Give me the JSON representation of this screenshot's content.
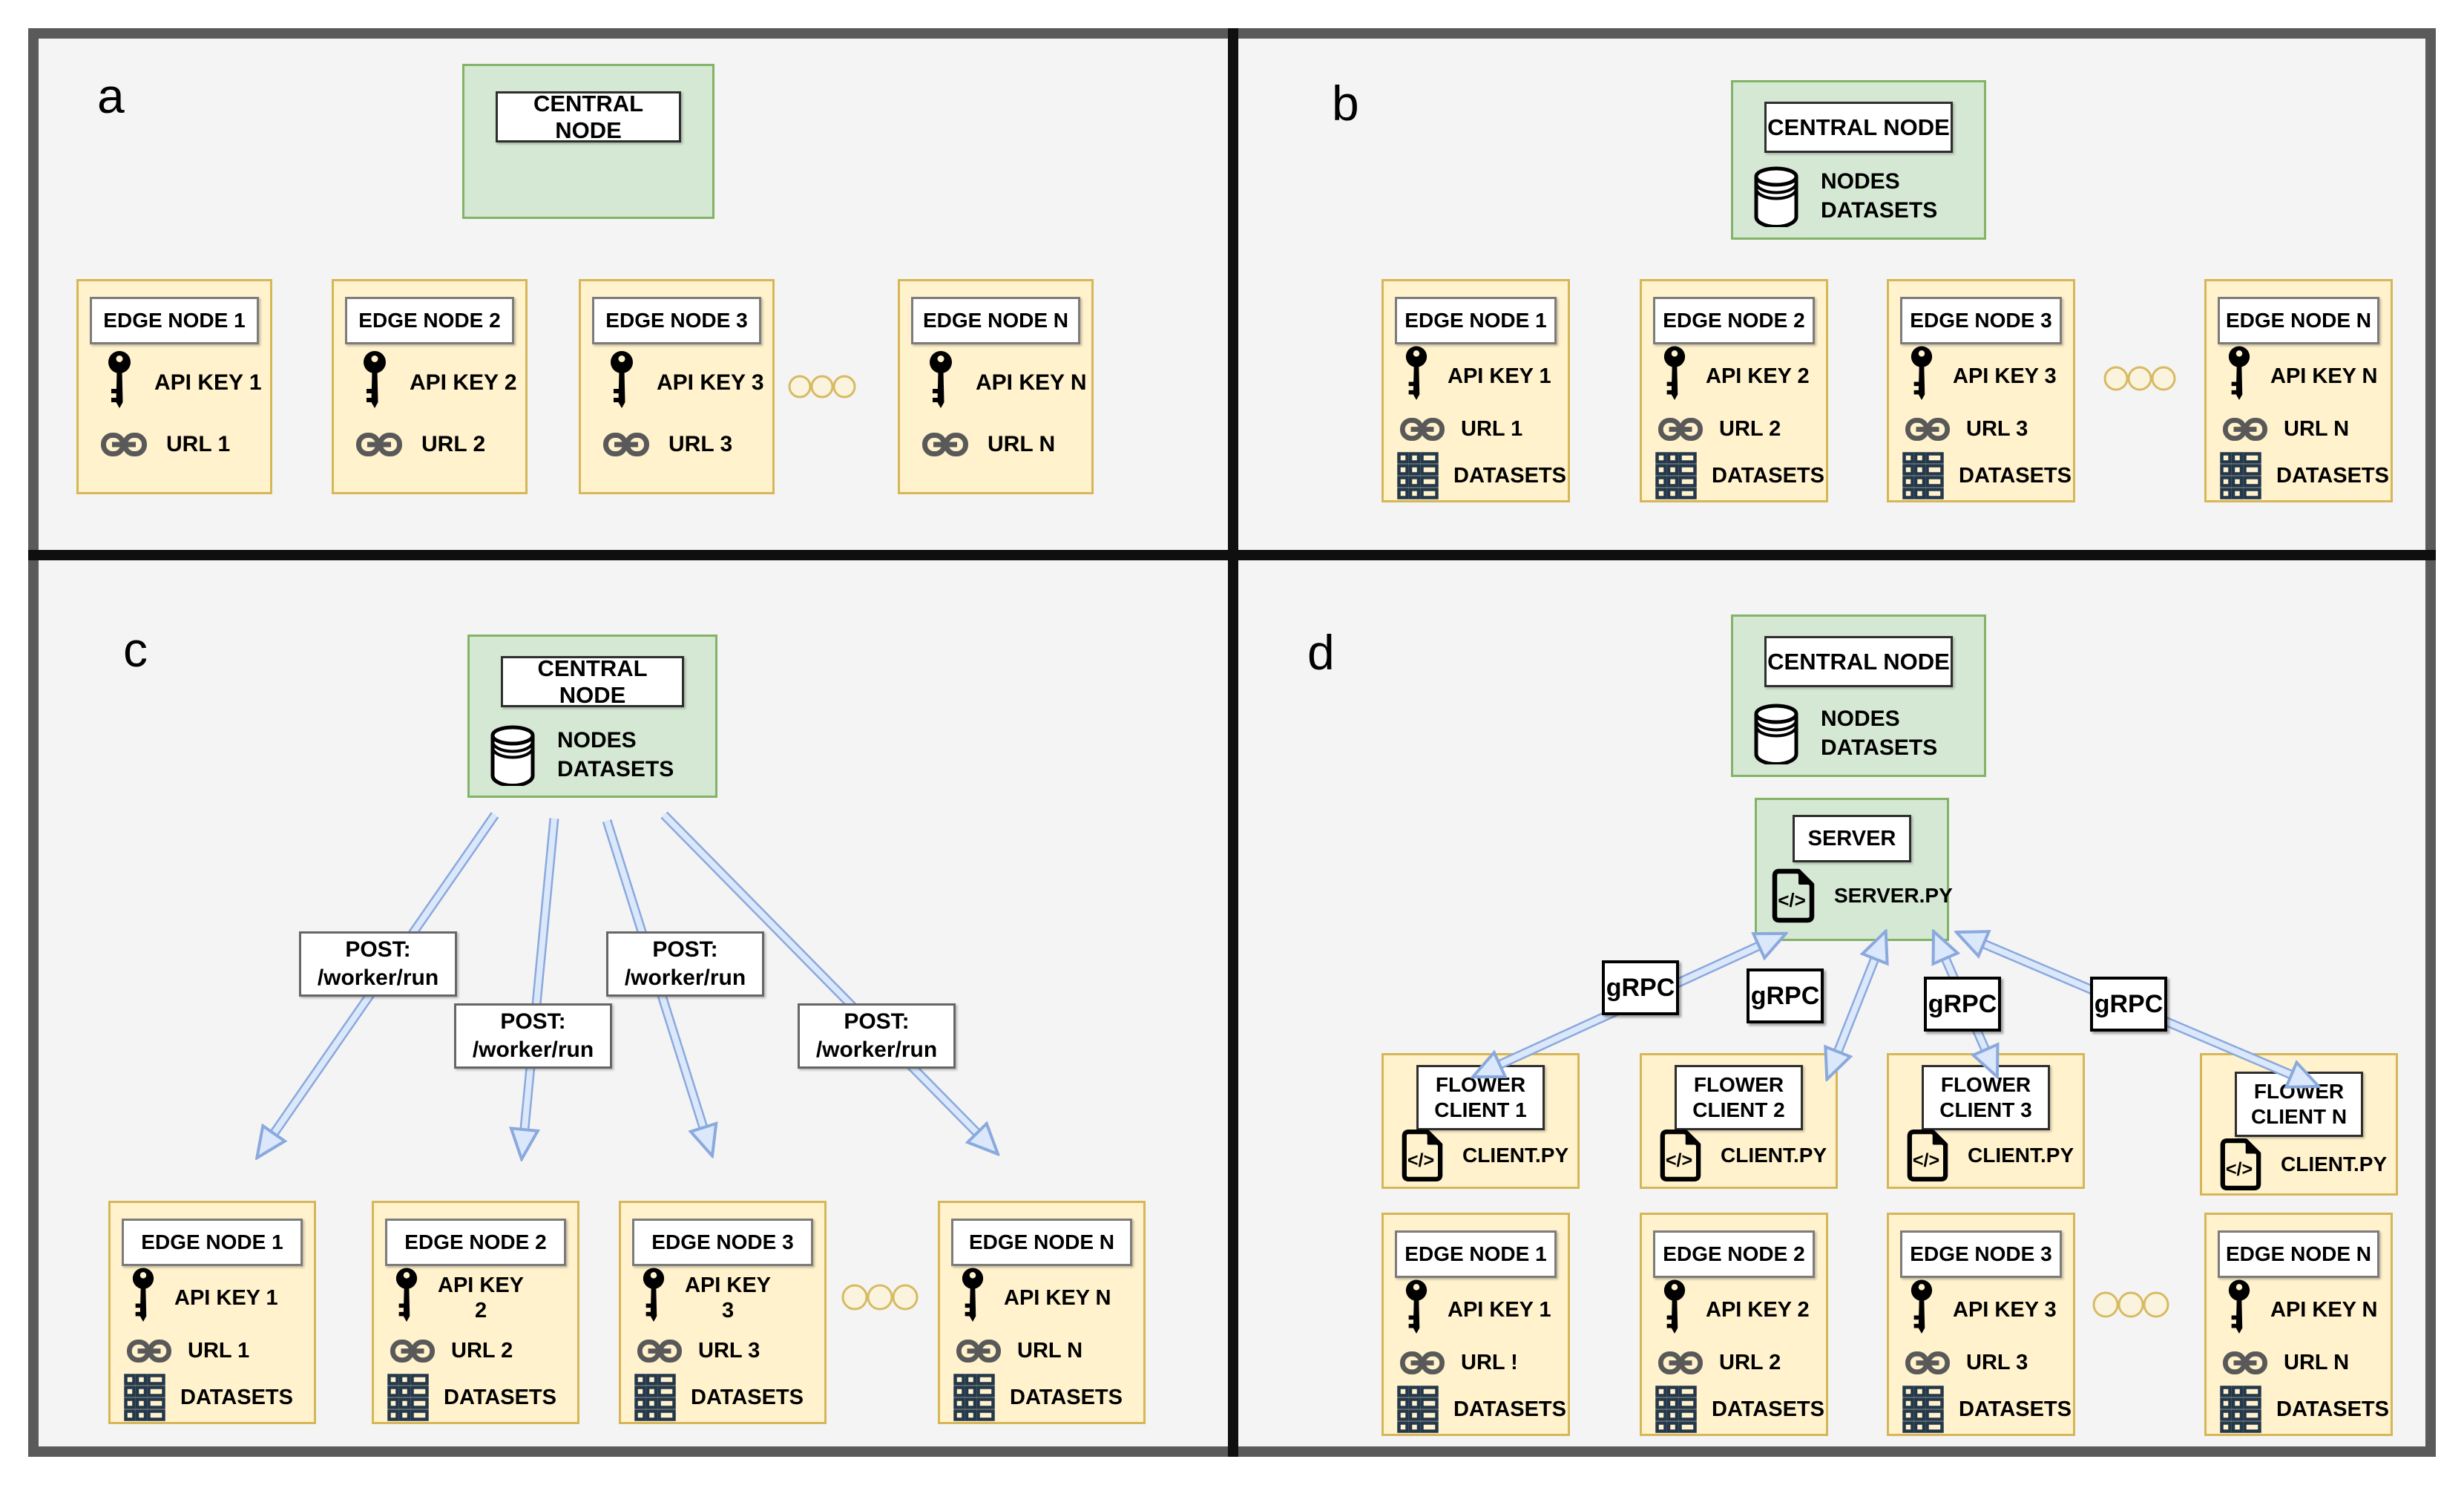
{
  "colors": {
    "panel_background": "#f4f4f5",
    "frame_border": "#5a5a5a",
    "divider": "#0f0f0f",
    "green_fill": "#d5e8d4",
    "green_border": "#82b366",
    "yellow_fill": "#fff2cc",
    "yellow_border": "#d6b656",
    "arrow_fill": "#dbe8fb",
    "arrow_outline": "#8aa9dc",
    "link_icon": "#595959",
    "datasets_icon": "#24384b"
  },
  "panels": {
    "a": {
      "letter": "a",
      "central_node": {
        "title": "CENTRAL NODE"
      },
      "edge_nodes": [
        {
          "title": "EDGE NODE 1",
          "api_key": "API KEY 1",
          "url": "URL 1"
        },
        {
          "title": "EDGE NODE 2",
          "api_key": "API KEY 2",
          "url": "URL 2"
        },
        {
          "title": "EDGE NODE 3",
          "api_key": "API KEY 3",
          "url": "URL 3"
        },
        {
          "title": "EDGE NODE N",
          "api_key": "API KEY N",
          "url": "URL N"
        }
      ]
    },
    "b": {
      "letter": "b",
      "central_node": {
        "title": "CENTRAL NODE",
        "store": "NODES\nDATASETS"
      },
      "edge_nodes": [
        {
          "title": "EDGE NODE 1",
          "api_key": "API KEY 1",
          "url": "URL 1",
          "datasets": "DATASETS"
        },
        {
          "title": "EDGE NODE 2",
          "api_key": "API KEY 2",
          "url": "URL 2",
          "datasets": "DATASETS"
        },
        {
          "title": "EDGE NODE 3",
          "api_key": "API KEY 3",
          "url": "URL 3",
          "datasets": "DATASETS"
        },
        {
          "title": "EDGE NODE N",
          "api_key": "API KEY N",
          "url": "URL N",
          "datasets": "DATASETS"
        }
      ]
    },
    "c": {
      "letter": "c",
      "central_node": {
        "title": "CENTRAL NODE",
        "store": "NODES\nDATASETS"
      },
      "post_labels": [
        {
          "text": "POST:\n/worker/run"
        },
        {
          "text": "POST:\n/worker/run"
        },
        {
          "text": "POST:\n/worker/run"
        },
        {
          "text": "POST:\n/worker/run"
        }
      ],
      "edge_nodes": [
        {
          "title": "EDGE NODE 1",
          "api_key": "API KEY 1",
          "url": "URL 1",
          "datasets": "DATASETS"
        },
        {
          "title": "EDGE NODE 2",
          "api_key": "API KEY\n2",
          "url": "URL 2",
          "datasets": "DATASETS"
        },
        {
          "title": "EDGE NODE 3",
          "api_key": "API KEY\n3",
          "url": "URL 3",
          "datasets": "DATASETS"
        },
        {
          "title": "EDGE NODE N",
          "api_key": "API KEY N",
          "url": "URL N",
          "datasets": "DATASETS"
        }
      ]
    },
    "d": {
      "letter": "d",
      "central_node": {
        "title": "CENTRAL NODE",
        "store": "NODES\nDATASETS"
      },
      "server": {
        "title": "SERVER",
        "file": "SERVER.PY"
      },
      "grpc_labels": [
        {
          "text": "gRPC"
        },
        {
          "text": "gRPC"
        },
        {
          "text": "gRPC"
        },
        {
          "text": "gRPC"
        }
      ],
      "flower_clients": [
        {
          "title": "FLOWER\nCLIENT 1",
          "file": "CLIENT.PY"
        },
        {
          "title": "FLOWER\nCLIENT 2",
          "file": "CLIENT.PY"
        },
        {
          "title": "FLOWER\nCLIENT 3",
          "file": "CLIENT.PY"
        },
        {
          "title": "FLOWER\nCLIENT N",
          "file": "CLIENT.PY"
        }
      ],
      "edge_nodes": [
        {
          "title": "EDGE NODE 1",
          "api_key": "API KEY 1",
          "url": "URL !",
          "datasets": "DATASETS"
        },
        {
          "title": "EDGE NODE 2",
          "api_key": "API KEY 2",
          "url": "URL 2",
          "datasets": "DATASETS"
        },
        {
          "title": "EDGE NODE 3",
          "api_key": "API KEY 3",
          "url": "URL 3",
          "datasets": "DATASETS"
        },
        {
          "title": "EDGE NODE N",
          "api_key": "API KEY N",
          "url": "URL N",
          "datasets": "DATASETS"
        }
      ]
    }
  }
}
